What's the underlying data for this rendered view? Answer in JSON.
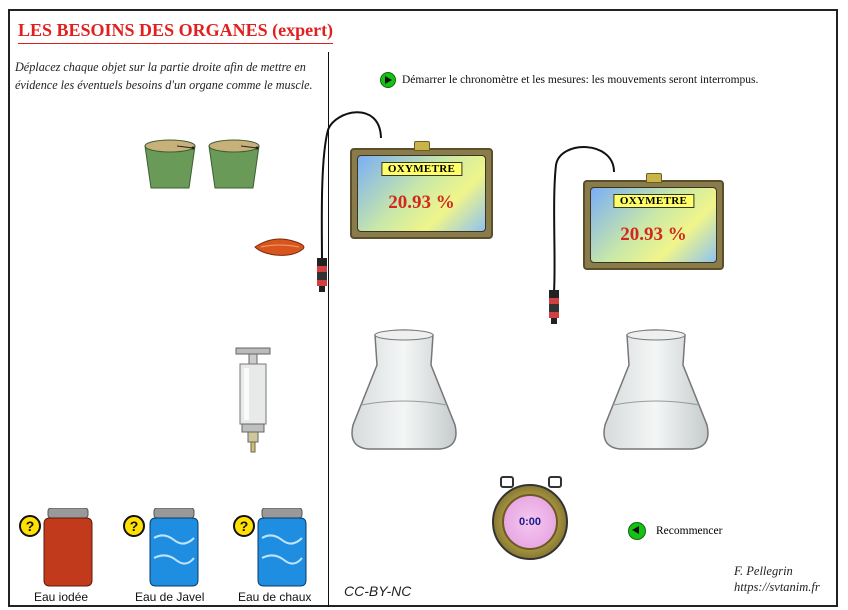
{
  "title": "LES BESOINS DES ORGANES (expert)",
  "instructions": "Déplacez chaque objet sur la partie droite afin de mettre en évidence les éventuels besoins d'un organe comme le muscle.",
  "start_label": "Démarrer le chronomètre et les mesures: les mouvements seront interrompus.",
  "oxymeters": [
    {
      "label": "OXYMETRE",
      "value": "20.93 %"
    },
    {
      "label": "OXYMETRE",
      "value": "20.93 %"
    }
  ],
  "timer": "0:00",
  "restart_label": "Recommencer",
  "jars": [
    {
      "label": "Eau iodée",
      "help": "?",
      "color": "#c23a1c"
    },
    {
      "label": "Eau de Javel",
      "help": "?",
      "color": "#1f8de0"
    },
    {
      "label": "Eau de chaux",
      "help": "?",
      "color": "#1f8de0"
    }
  ],
  "license": "CC-BY-NC",
  "author": "F. Pellegrin",
  "site": "https://svtanim.fr",
  "colors": {
    "title": "#e0201e",
    "oxy_value": "#d2281e",
    "button": "#16c016"
  }
}
